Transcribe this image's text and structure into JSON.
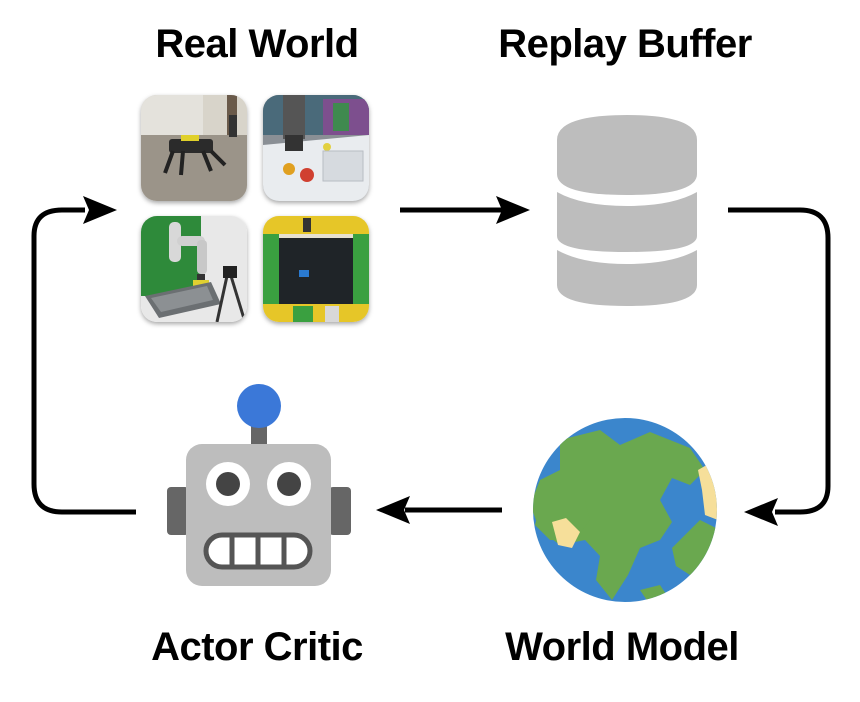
{
  "labels": {
    "real_world": "Real World",
    "replay_buffer": "Replay Buffer",
    "actor_critic": "Actor Critic",
    "world_model": "World Model"
  },
  "icons": {
    "real_world_photos": [
      "quadruped-robot-photo",
      "robot-arm-fruit-photo",
      "robot-arm-tray-photo",
      "rc-car-arena-photo"
    ],
    "replay_buffer": "database-icon",
    "world_model": "globe-icon",
    "actor_critic": "robot-icon"
  },
  "colors": {
    "database": "#bdbdbd",
    "globe_ocean": "#3b86cc",
    "globe_land": "#6aa84f",
    "globe_sand": "#f6df9a",
    "robot_body": "#bdbdbd",
    "robot_dark": "#666666",
    "robot_antenna": "#3b78d8",
    "arrows": "#000000"
  }
}
